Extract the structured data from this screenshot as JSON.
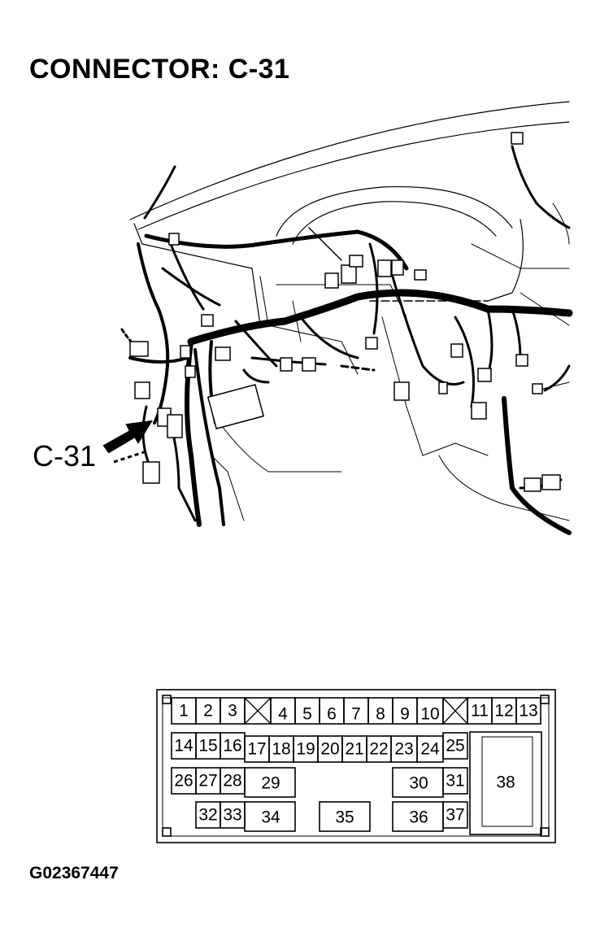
{
  "title": "CONNECTOR: C-31",
  "callout_label": "C-31",
  "figure_id": "G02367447",
  "connector": {
    "pins": [
      "1",
      "2",
      "3",
      "4",
      "5",
      "6",
      "7",
      "8",
      "9",
      "10",
      "11",
      "12",
      "13",
      "14",
      "15",
      "16",
      "17",
      "18",
      "19",
      "20",
      "21",
      "22",
      "23",
      "24",
      "25",
      "26",
      "27",
      "28",
      "29",
      "30",
      "31",
      "32",
      "33",
      "34",
      "35",
      "36",
      "37",
      "38"
    ]
  }
}
